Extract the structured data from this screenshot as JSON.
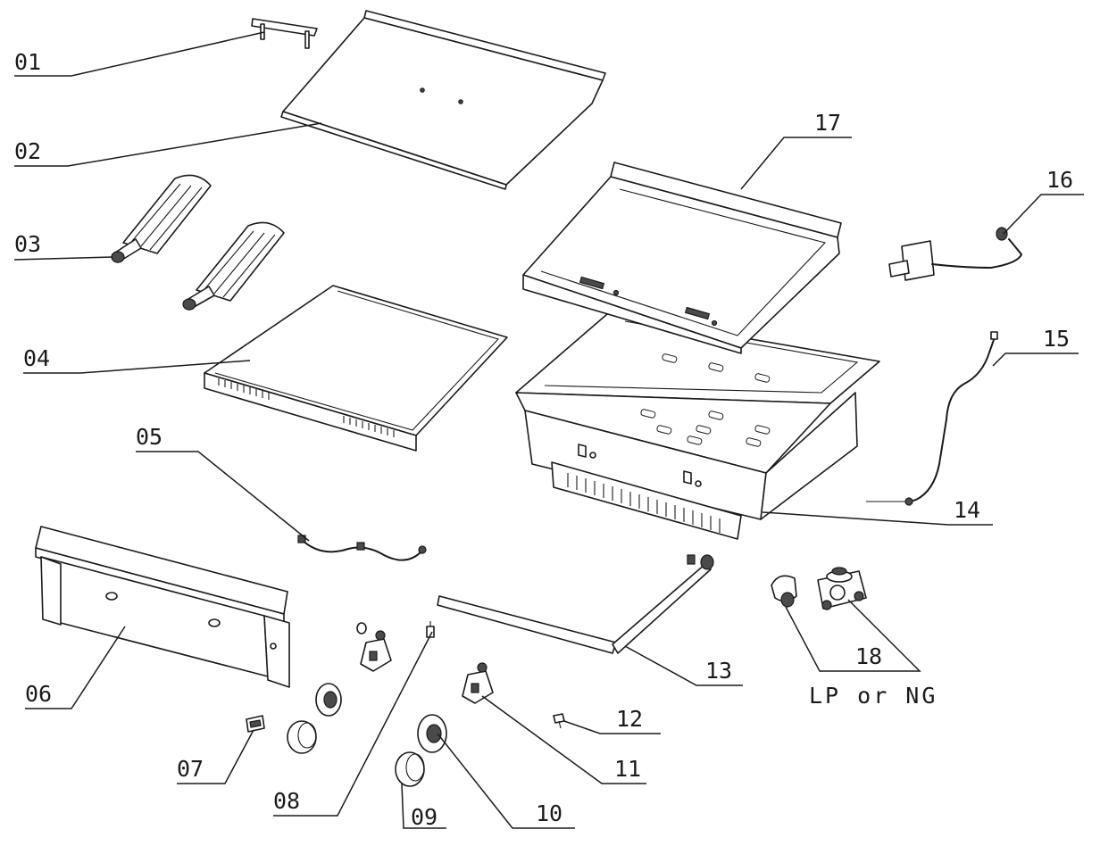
{
  "callouts": {
    "p01": "01",
    "p02": "02",
    "p03": "03",
    "p04": "04",
    "p05": "05",
    "p06": "06",
    "p07": "07",
    "p08": "08",
    "p09": "09",
    "p10": "10",
    "p11": "11",
    "p12": "12",
    "p13": "13",
    "p14": "14",
    "p15": "15",
    "p16": "16",
    "p17": "17",
    "p18": "18"
  },
  "notes": {
    "regulator_option": "LP or NG"
  },
  "colors": {
    "line": "#1a1a1a",
    "background": "#ffffff"
  }
}
